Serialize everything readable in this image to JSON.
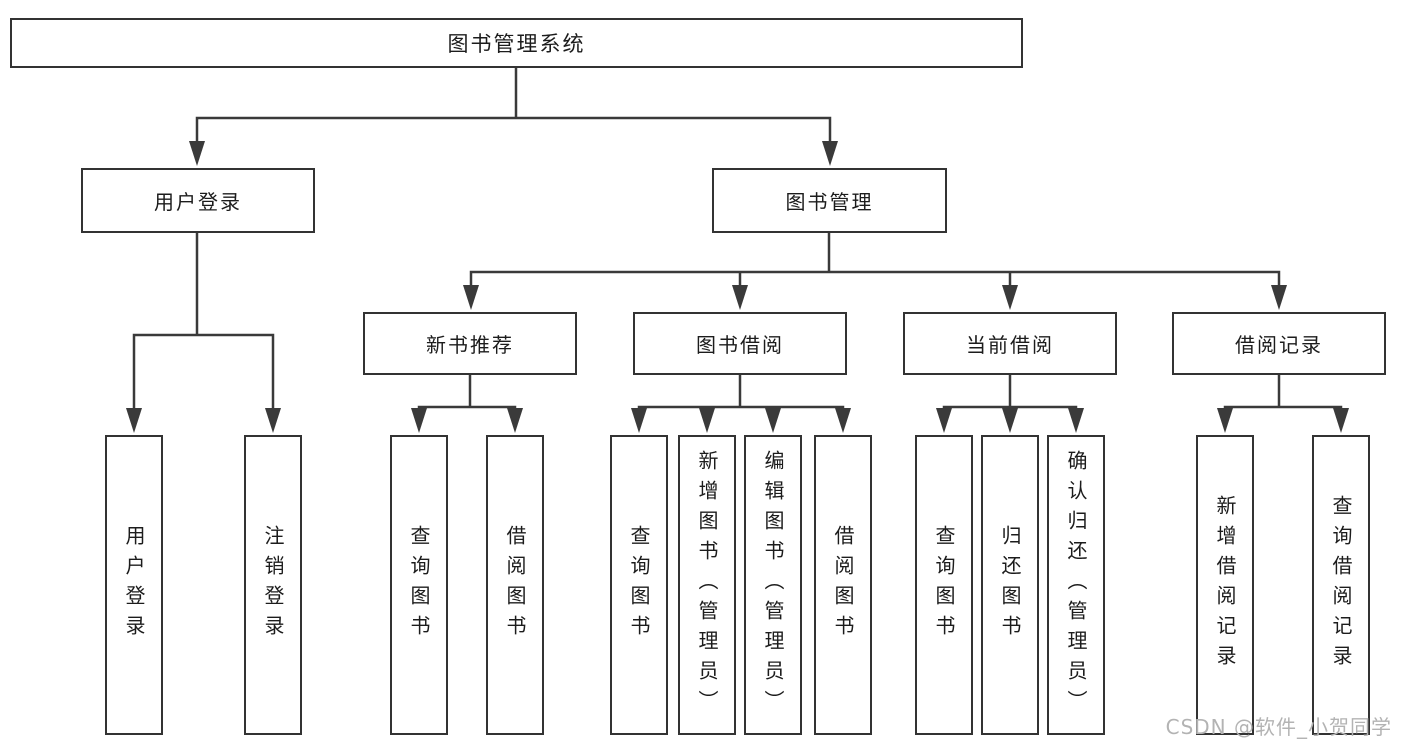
{
  "diagram_title": "图书管理系统",
  "nodes": {
    "root": {
      "label": "图书管理系统"
    },
    "user_login": {
      "label": "用户登录"
    },
    "book_management": {
      "label": "图书管理"
    },
    "new_book_recommend": {
      "label": "新书推荐"
    },
    "book_borrow": {
      "label": "图书借阅"
    },
    "current_borrow": {
      "label": "当前借阅"
    },
    "borrow_records": {
      "label": "借阅记录"
    },
    "leaf_user_login": {
      "label": "用户登录"
    },
    "leaf_logout": {
      "label": "注销登录"
    },
    "leaf_nbr_query_book": {
      "label": "查询图书"
    },
    "leaf_nbr_borrow_book": {
      "label": "借阅图书"
    },
    "leaf_bb_query_book": {
      "label": "查询图书"
    },
    "leaf_bb_add_book": {
      "label": "新增图书（管理员）"
    },
    "leaf_bb_edit_book": {
      "label": "编辑图书（管理员）"
    },
    "leaf_bb_borrow_book": {
      "label": "借阅图书"
    },
    "leaf_cb_query_book": {
      "label": "查询图书"
    },
    "leaf_cb_return_book": {
      "label": "归还图书"
    },
    "leaf_cb_confirm_return": {
      "label": "确认归还（管理员）"
    },
    "leaf_br_add_record": {
      "label": "新增借阅记录"
    },
    "leaf_br_query_record": {
      "label": "查询借阅记录"
    }
  },
  "watermark": "CSDN @软件_小贺同学",
  "colors": {
    "line": "#3a3a3a",
    "box_border": "#333333",
    "text": "#1c1c1c",
    "watermark": "#b3b3b3",
    "background": "#ffffff"
  }
}
